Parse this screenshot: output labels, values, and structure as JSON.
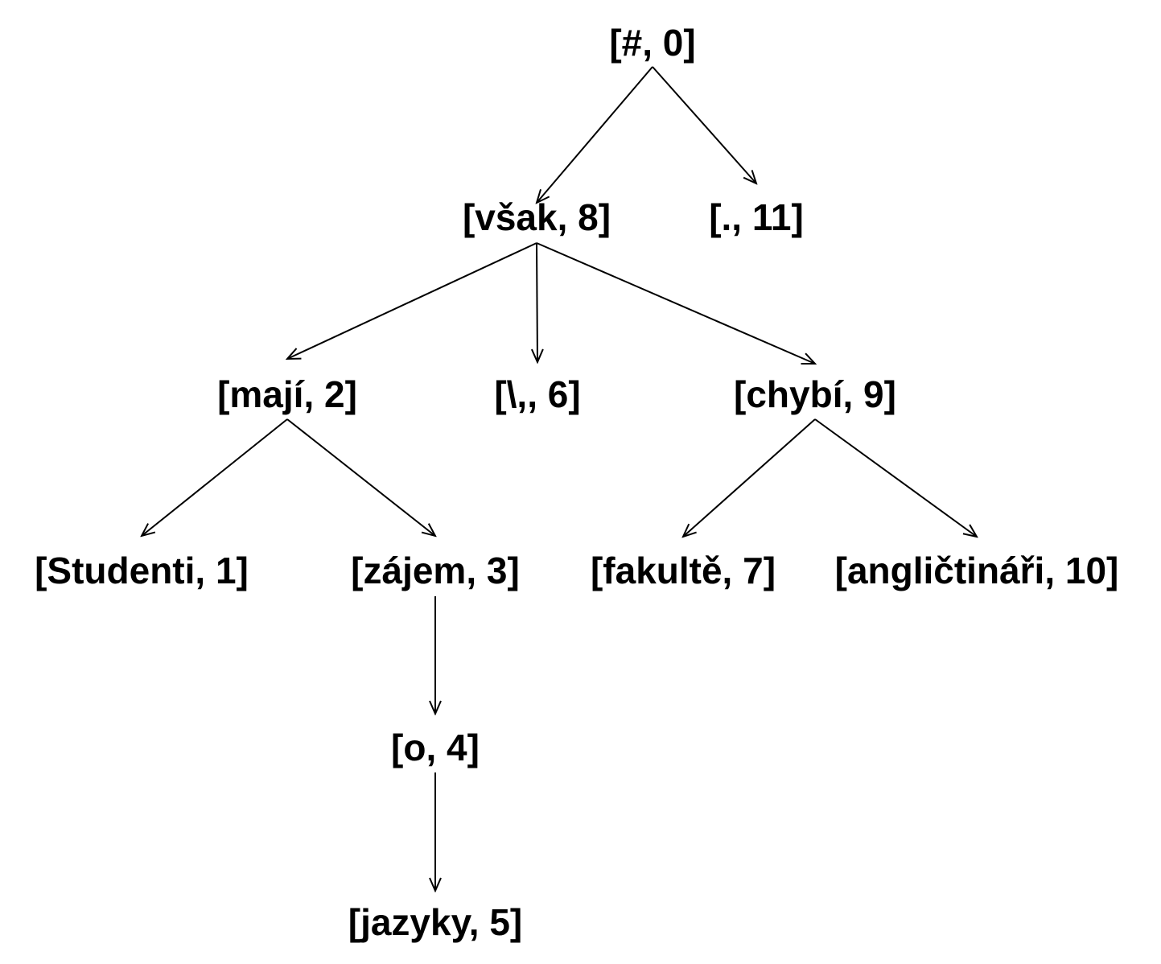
{
  "tree": {
    "nodes": [
      {
        "id": "n0",
        "label": "[#, 0]"
      },
      {
        "id": "n8",
        "label": "[však, 8]"
      },
      {
        "id": "n11",
        "label": "[., 11]"
      },
      {
        "id": "n2",
        "label": "[mají, 2]"
      },
      {
        "id": "n6",
        "label": "[\\,, 6]"
      },
      {
        "id": "n9",
        "label": "[chybí, 9]"
      },
      {
        "id": "n1",
        "label": "[Studenti, 1]"
      },
      {
        "id": "n3",
        "label": "[zájem, 3]"
      },
      {
        "id": "n7",
        "label": "[fakultě, 7]"
      },
      {
        "id": "n10",
        "label": "[angličtináři, 10]"
      },
      {
        "id": "n4",
        "label": "[o, 4]"
      },
      {
        "id": "n5",
        "label": "[jazyky, 5]"
      }
    ],
    "edges": [
      {
        "from": "n0",
        "to": "n8"
      },
      {
        "from": "n0",
        "to": "n11"
      },
      {
        "from": "n8",
        "to": "n2"
      },
      {
        "from": "n8",
        "to": "n6"
      },
      {
        "from": "n8",
        "to": "n9"
      },
      {
        "from": "n2",
        "to": "n1"
      },
      {
        "from": "n2",
        "to": "n3"
      },
      {
        "from": "n9",
        "to": "n7"
      },
      {
        "from": "n9",
        "to": "n10"
      },
      {
        "from": "n3",
        "to": "n4"
      },
      {
        "from": "n4",
        "to": "n5"
      }
    ]
  }
}
